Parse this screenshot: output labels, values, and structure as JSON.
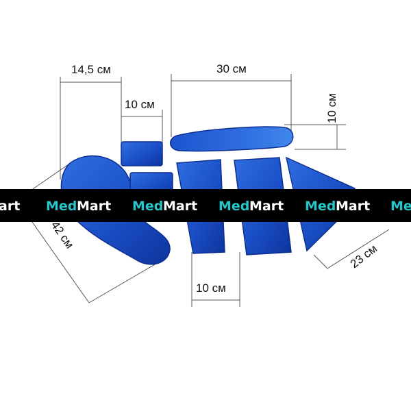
{
  "colors": {
    "pad": "#1a4fc7",
    "pad_light": "#3a7ae6",
    "pad_dark": "#0d2f8f",
    "band": "#000000",
    "wm_cyan": "#27c4c9",
    "wm_white": "#ffffff",
    "dim_line": "#555555"
  },
  "dimensions": {
    "width_14_5": "14,5 см",
    "width_10_top": "10 см",
    "width_30": "30 см",
    "height_10": "10 см",
    "length_42": "42 см",
    "length_23": "23 см",
    "width_10_bottom": "10 см"
  },
  "watermark": {
    "med": "Med",
    "mart": "Mart",
    "edge_left": "art",
    "edge_right": "Me"
  }
}
